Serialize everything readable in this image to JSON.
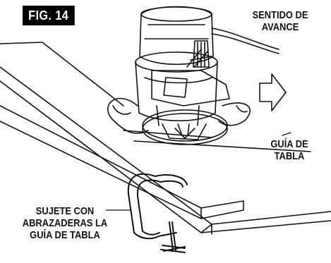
{
  "figure": {
    "label": "FIG. 14"
  },
  "callouts": {
    "direction": [
      "SENTIDO DE",
      "AVANCE"
    ],
    "guide": [
      "GUÍA DE",
      "TABLA"
    ],
    "clamp": [
      "SUJETE CON",
      "ABRAZADERAS LA",
      "GUÍA DE TABLA"
    ]
  },
  "icons": {
    "direction_arrow": "arrow-right-icon"
  },
  "colors": {
    "ink": "#111111",
    "background": "#ffffff"
  }
}
